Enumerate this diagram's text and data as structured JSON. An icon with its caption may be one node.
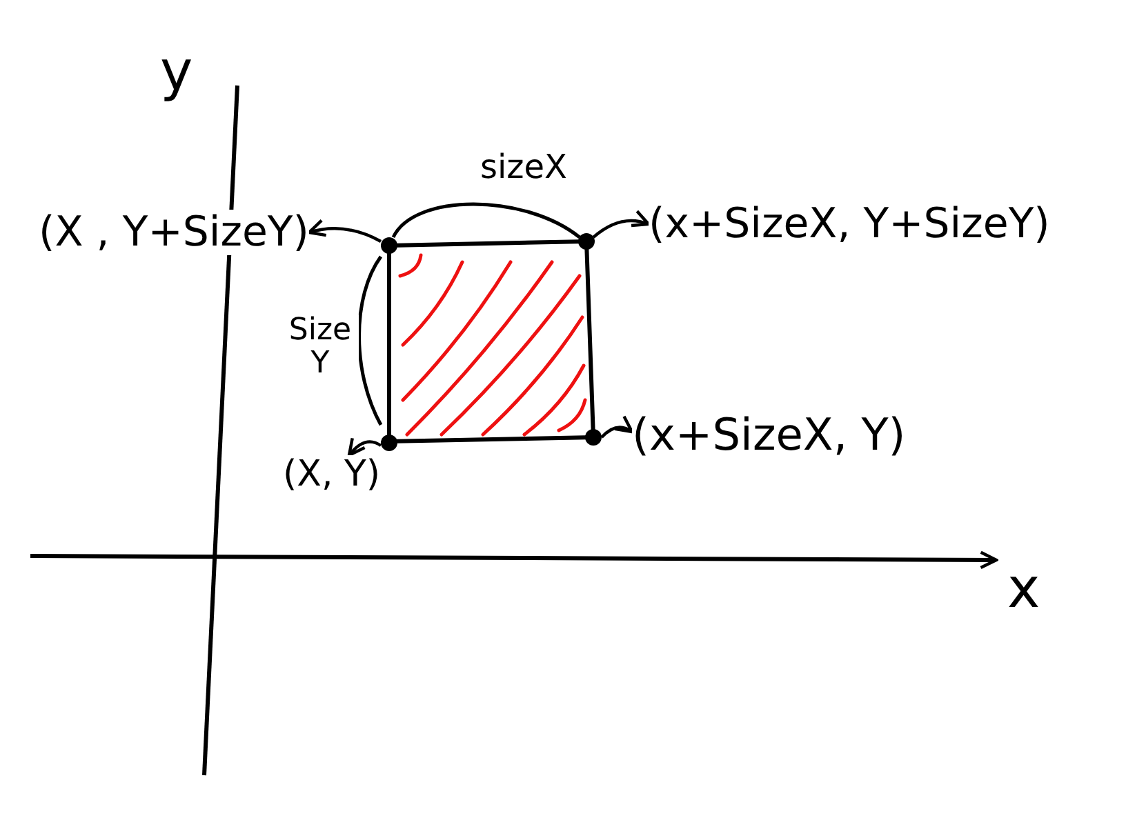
{
  "diagram": {
    "nodes": [
      {
        "text": [],
        "shape": "circle"
      },
      {
        "text": [
          "(X , Y+SizeY)"
        ]
      },
      {
        "text": [],
        "shape": "circle"
      },
      {
        "text": [
          "(x+SizeX, Y+SizeY)"
        ]
      },
      {
        "text": [],
        "shape": "circle"
      },
      {
        "text": [
          "(X, Y)"
        ]
      },
      {
        "text": [],
        "shape": "circle"
      },
      {
        "text": [
          "(x+SizeX, Y)"
        ]
      }
    ],
    "edges": [
      {
        "from": 0,
        "to": 1,
        "arrow": "to"
      },
      {
        "from": 2,
        "to": 3,
        "arrow": "to"
      },
      {
        "from": 4,
        "to": 5,
        "arrow": "to"
      },
      {
        "from": 6,
        "to": 7,
        "arrow": "to"
      }
    ],
    "labels": [
      "y",
      "sizeX",
      "Size Y",
      "x"
    ]
  }
}
